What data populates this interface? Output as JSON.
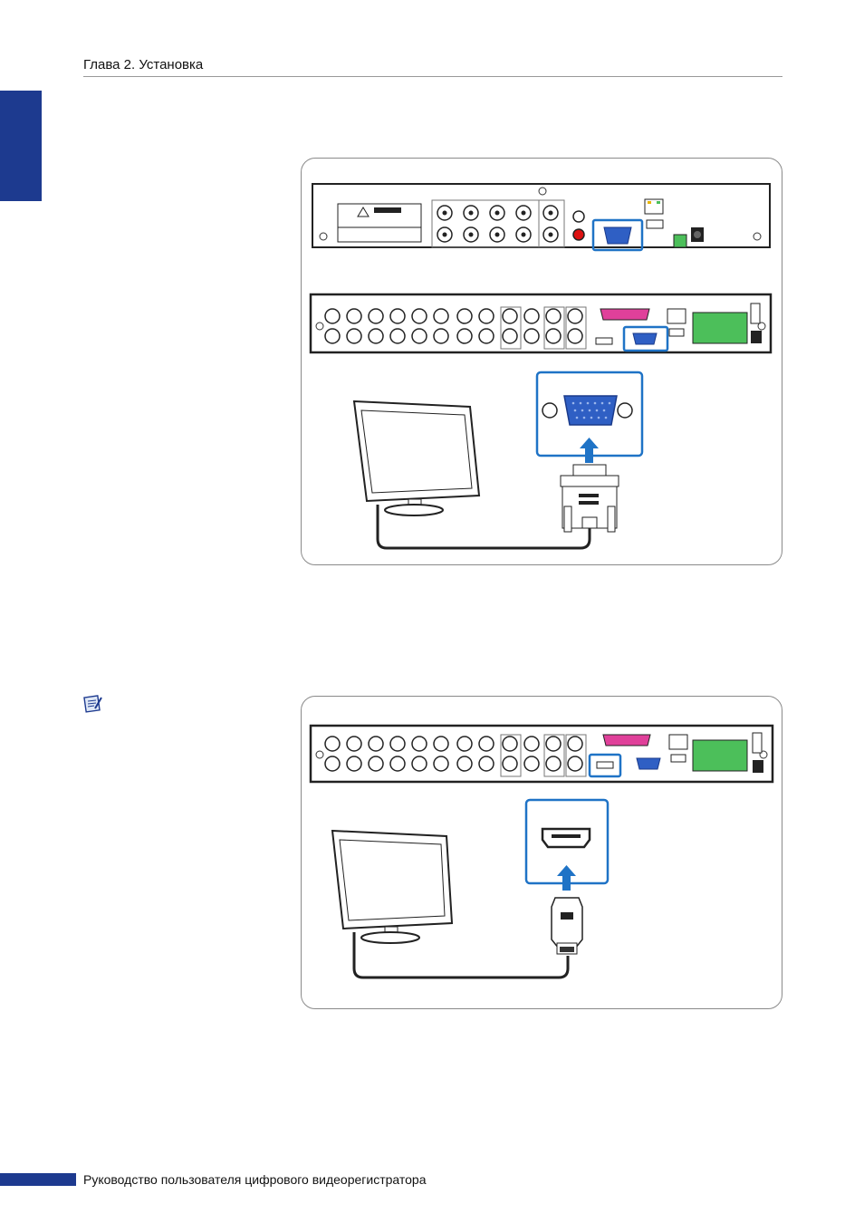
{
  "header": {
    "chapter_title": "Глава 2. Установка"
  },
  "footer": {
    "text": "Руководство пользователя цифрового видеорегистратора"
  },
  "colors": {
    "accent": "#1d3a8f",
    "highlight": "#1f73c6",
    "vga_port": "#2f5fc4",
    "pink_port": "#e0409a",
    "terminal_green": "#4cbf5a"
  },
  "icons": {
    "note": "note-icon"
  },
  "figures": [
    {
      "name": "vga-connection-figure",
      "connector": "VGA"
    },
    {
      "name": "hdmi-connection-figure",
      "connector": "HDMI"
    }
  ]
}
